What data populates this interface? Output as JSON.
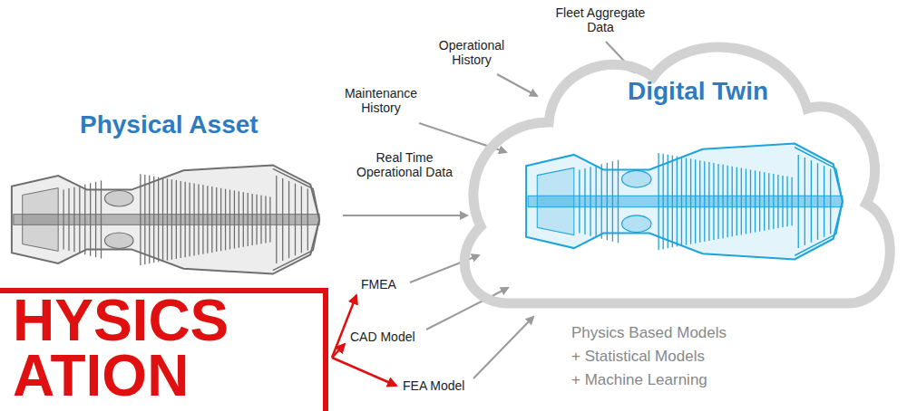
{
  "diagram": {
    "nodes": [
      {
        "text": [
          "Digital Twin"
        ]
      },
      {
        "text": [
          "HYSICS ATION"
        ]
      }
    ],
    "labels": [
      "Physical Asset",
      "Fleet Aggregate Data",
      "Operational History",
      "Maintenance History",
      "Real Time Operational Data",
      "FMEA",
      "CAD Model",
      "FEA Model",
      "Physics Based Models",
      "+ Statistical Models",
      "+ Machine Learning"
    ]
  }
}
